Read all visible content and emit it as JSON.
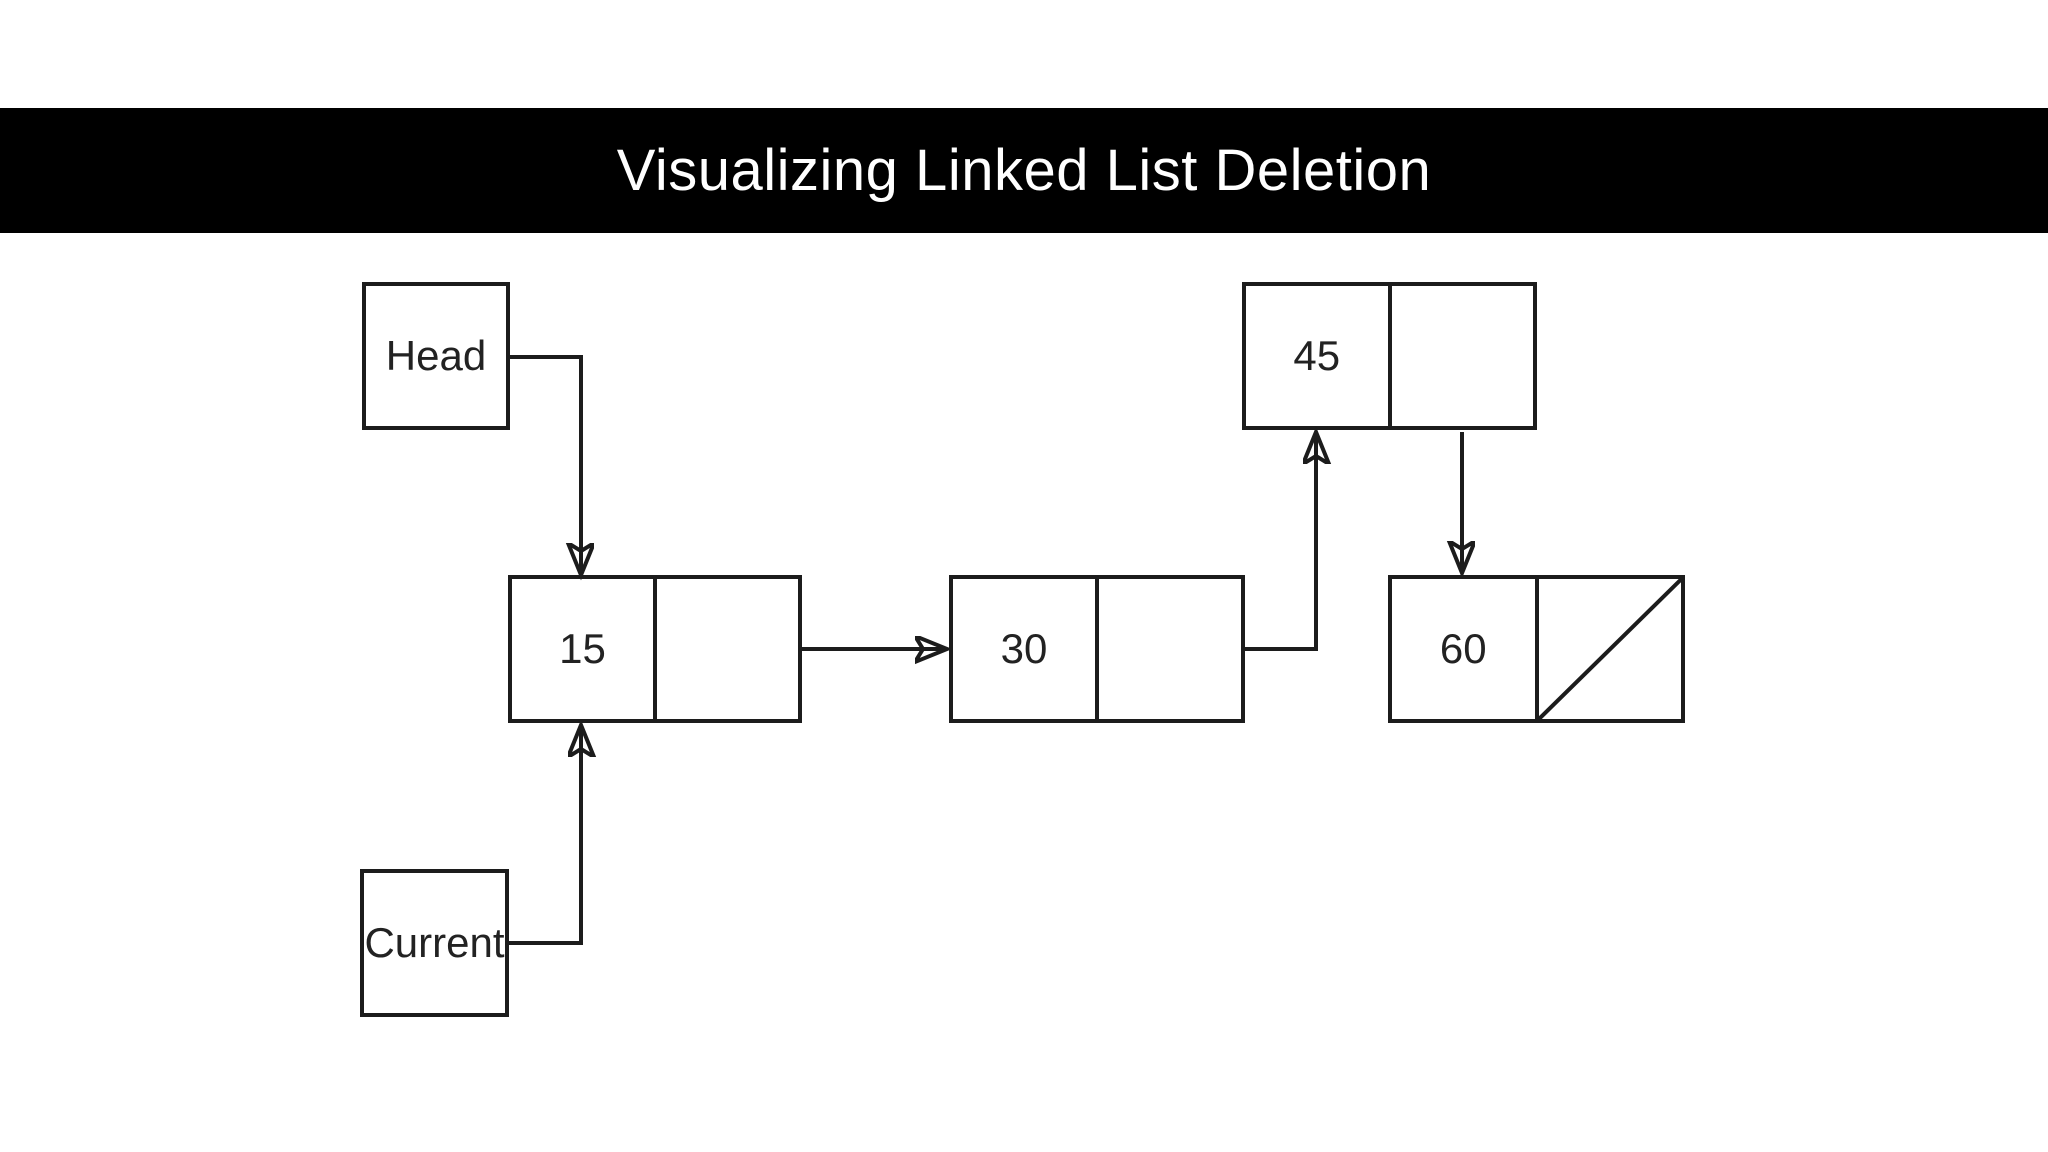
{
  "title": "Visualizing Linked List Deletion",
  "colors": {
    "background": "#ffffff",
    "banner_bg": "#000000",
    "banner_text": "#ffffff",
    "line": "#1c1c1c",
    "node_fill": "#ffffff"
  },
  "pointers": {
    "head": {
      "label": "Head"
    },
    "current": {
      "label": "Current"
    }
  },
  "nodes": [
    {
      "value": "15"
    },
    {
      "value": "30"
    },
    {
      "value": "45"
    },
    {
      "value": "60",
      "null_marker_icon": "diagonal-slash"
    }
  ],
  "edges": [
    {
      "from": "head-pointer",
      "to": "node-15"
    },
    {
      "from": "node-15",
      "to": "node-30"
    },
    {
      "from": "node-30",
      "to": "node-45"
    },
    {
      "from": "node-45",
      "to": "node-60"
    },
    {
      "from": "node-60",
      "to": "null"
    },
    {
      "from": "current-pointer",
      "to": "node-15"
    }
  ]
}
